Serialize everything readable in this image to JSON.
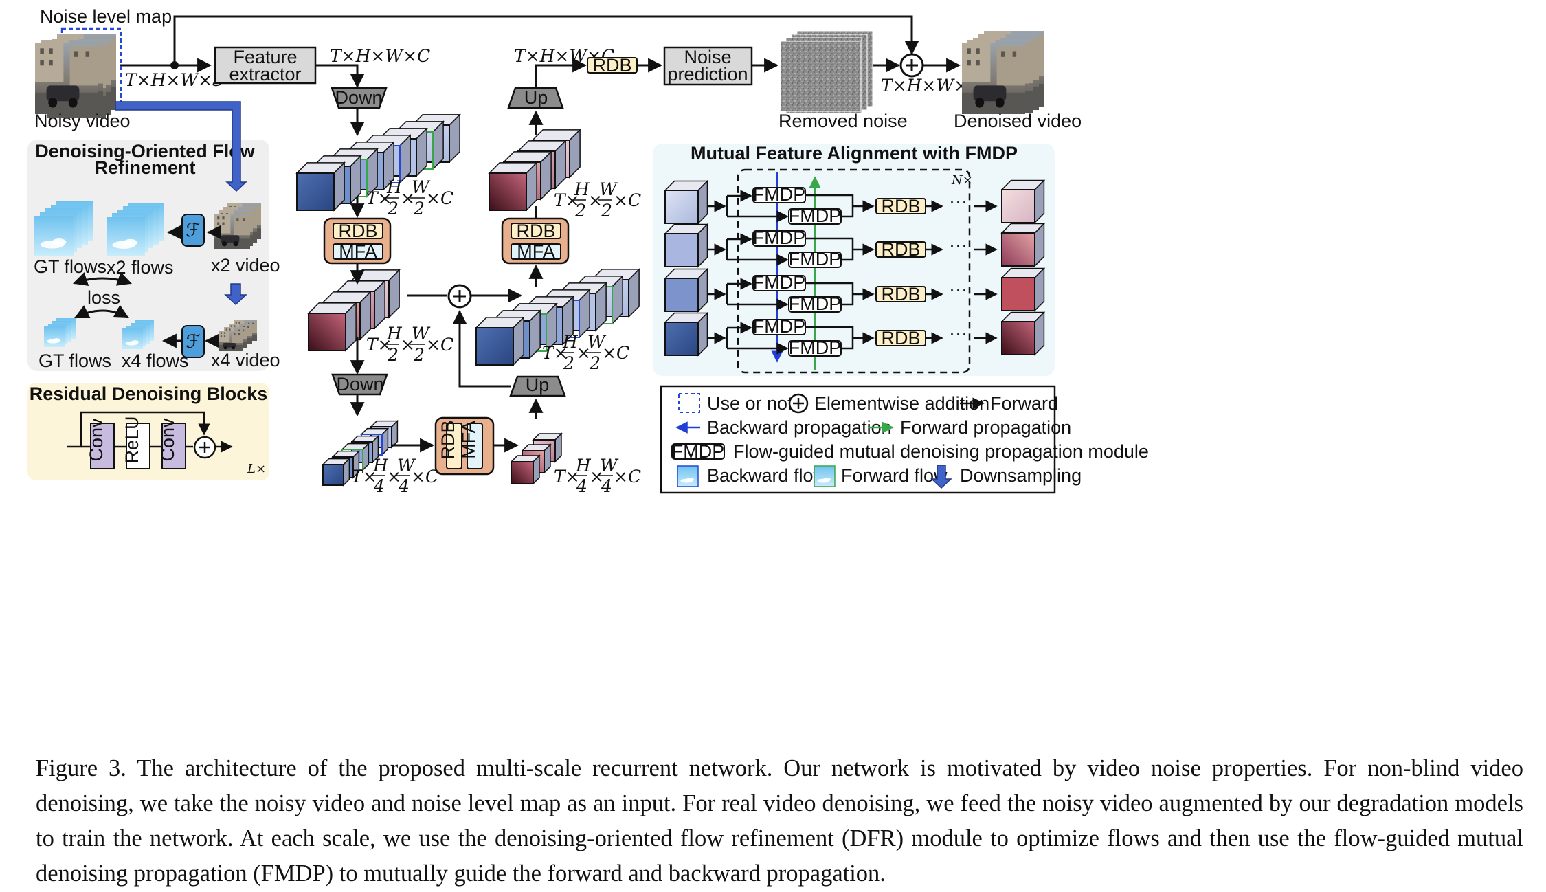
{
  "inputs": {
    "noise_map_label": "Noise level map",
    "noisy_video_label": "Noisy video",
    "input_dim": "T×H×W×3"
  },
  "pipeline": {
    "feature_extractor_line1": "Feature",
    "feature_extractor_line2": "extractor",
    "fe_dim": "T×H×W×C",
    "out_dim": "T×H×W×C",
    "down": "Down",
    "up": "Up",
    "rdb": "RDB",
    "mfa": "MFA",
    "noise_prediction_line1": "Noise",
    "noise_prediction_line2": "prediction",
    "removed_noise": "Removed noise",
    "denoised_video": "Denoised video",
    "output_dim": "T×H×W×3",
    "T": "T×",
    "H": "H",
    "W": "W",
    "C": "×C",
    "times": "×",
    "two": "2",
    "four": "4"
  },
  "dfr_panel": {
    "title_line1": "Denoising-Oriented Flow",
    "title_line2": "Refinement",
    "gt_flows": "GT flows",
    "x2_flows": "x2 flows",
    "x2_video": "x2 video",
    "loss": "loss",
    "x4_flows": "x4 flows",
    "x4_video": "x4 video",
    "flow_net_symbol": "ℱ"
  },
  "rdb_panel": {
    "title": "Residual Denoising Blocks",
    "conv": "Conv",
    "relu": "ReLU",
    "repeat": "L×"
  },
  "mfa_panel": {
    "title": "Mutual Feature Alignment with FMDP",
    "fmdp": "FMDP",
    "rdb": "RDB",
    "ellipsis": "···",
    "repeat": "N×"
  },
  "legend": {
    "use_or_not": "Use or not",
    "elementwise_addition": "Elementwise addition",
    "forward": "Forward",
    "backward_propagation": "Backward propagation",
    "forward_propagation": "Forward propagation",
    "fmdp_box": "FMDP",
    "fmdp_desc": "Flow-guided mutual denoising propagation module",
    "backward_flow": "Backward flow",
    "forward_flow": "Forward flow",
    "downsampling": "Downsampling"
  },
  "colors": {
    "backward_arrow": "#1f3fd8",
    "forward_arrow": "#3aa64a",
    "dfr_bg": "#efefef",
    "rdb_bg": "#fdf5da",
    "mfa_bg": "#eef8fb",
    "module_orange": "#e9b08e",
    "rdb_yellow": "#fdf0c8",
    "feature_blue_dark": "#2f4f8c",
    "feature_red_dark": "#4a1420"
  },
  "caption": "Figure 3. The architecture of the proposed multi-scale recurrent network. Our network is motivated by video noise properties. For non-blind video denoising, we take the noisy video and noise level map as an input. For real video denoising, we feed the noisy video augmented by our degradation models to train the network. At each scale, we use the denoising-oriented flow refinement (DFR) module to optimize flows and then use the flow-guided mutual denoising propagation (FMDP) to mutually guide the forward and backward propagation."
}
